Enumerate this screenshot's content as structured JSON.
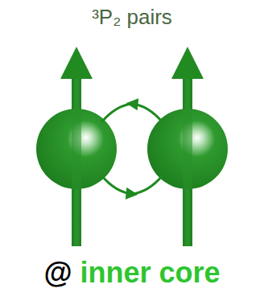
{
  "diagram": {
    "title": "³P₂ pairs",
    "labels": [
      "@",
      "inner core"
    ]
  }
}
